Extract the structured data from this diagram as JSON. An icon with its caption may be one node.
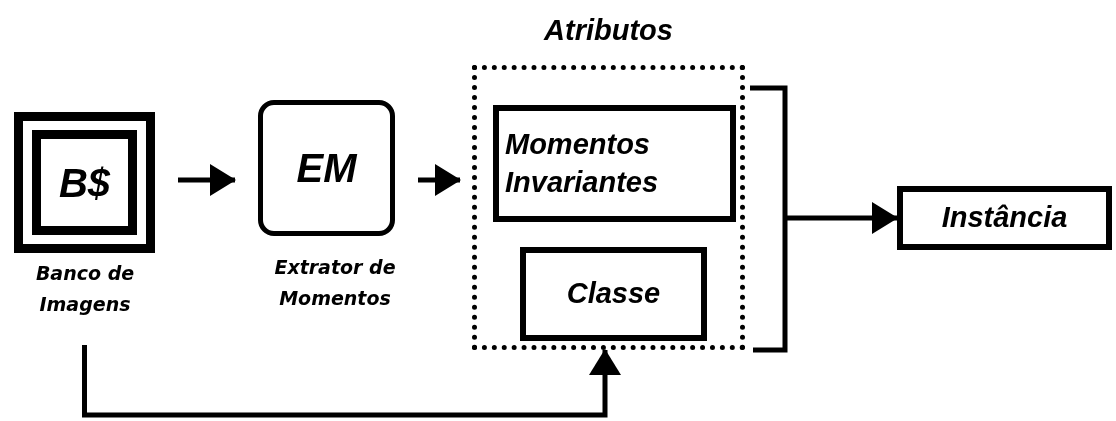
{
  "diagram": {
    "nodes": [
      {
        "text": [
          "B$"
        ],
        "beside": [
          "Banco de Imagens"
        ]
      },
      {
        "text": [
          "EM"
        ],
        "beside": [
          "Extrator de Momentos"
        ]
      },
      {
        "text": [
          "Atributos"
        ]
      },
      {
        "text": [
          "Momentos Invariantes"
        ],
        "in": 2
      },
      {
        "text": [
          "Classe"
        ],
        "in": 2
      },
      {
        "text": [
          "Instância"
        ]
      }
    ],
    "edges": [
      {
        "from": 0,
        "to": 1,
        "arrow": "to"
      },
      {
        "from": 1,
        "to": 2,
        "arrow": "to"
      },
      {
        "from": 0,
        "to": 2,
        "arrow": "to"
      },
      {
        "from": 2,
        "to": 5,
        "arrow": "to"
      }
    ]
  }
}
